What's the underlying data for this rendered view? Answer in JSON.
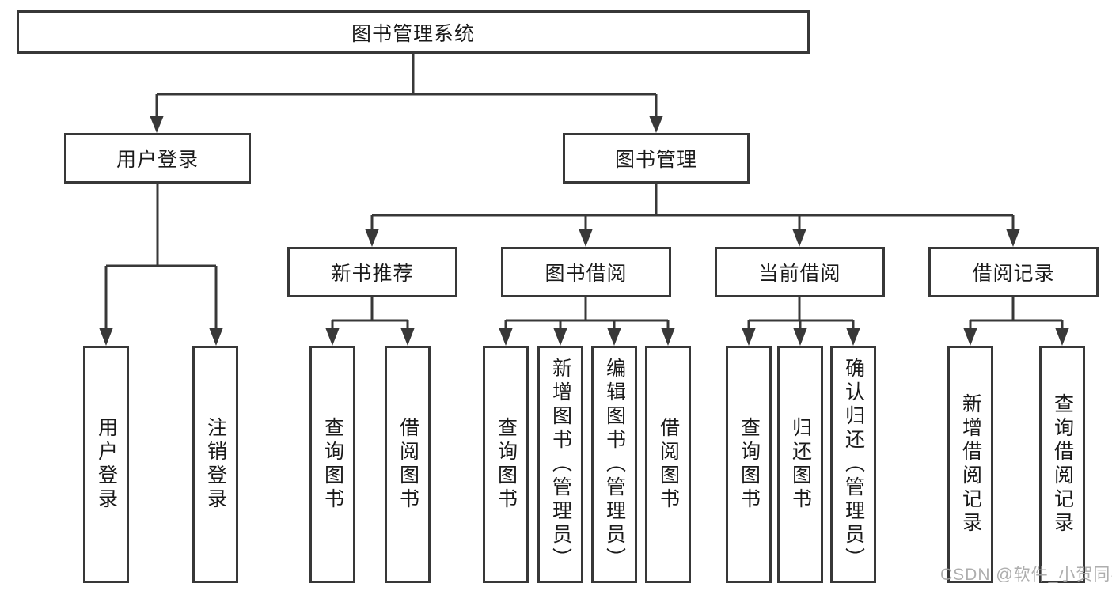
{
  "diagram": {
    "root": "图书管理系统",
    "level2": [
      "用户登录",
      "图书管理"
    ],
    "level3": [
      "新书推荐",
      "图书借阅",
      "当前借阅",
      "借阅记录"
    ],
    "leaves": {
      "user_login": [
        "用户登录",
        "注销登录"
      ],
      "new_books": [
        "查询图书",
        "借阅图书"
      ],
      "book_borrow": [
        "查询图书",
        "新增图书（管理员）",
        "编辑图书（管理员）",
        "借阅图书"
      ],
      "current_borrow": [
        "查询图书",
        "归还图书",
        "确认归还（管理员）"
      ],
      "borrow_records": [
        "新增借阅记录",
        "查询借阅记录"
      ]
    },
    "colors": {
      "line": "#383838",
      "box_border": "#383838",
      "box_fill": "#ffffff",
      "text": "#1a1a1a",
      "watermark": "#a5a5a5"
    },
    "watermark": "CSDN @软件_小贺同学"
  }
}
